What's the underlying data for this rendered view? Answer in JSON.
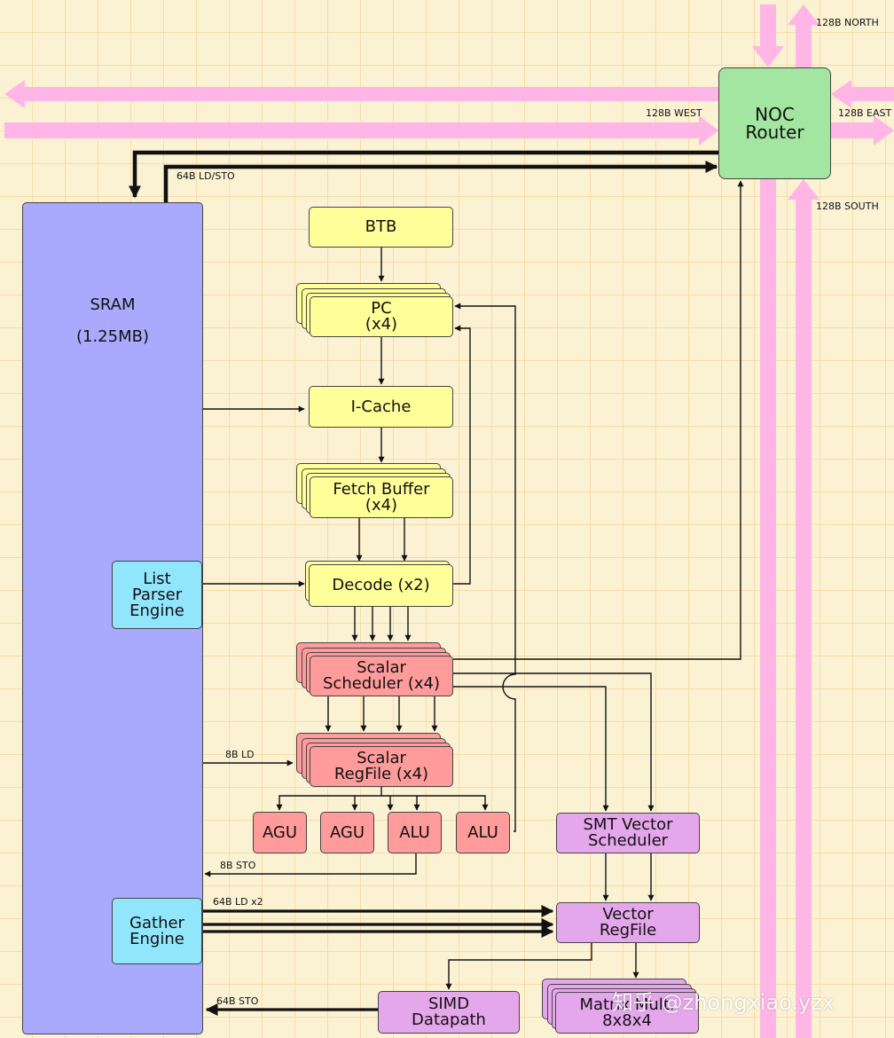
{
  "blocks": {
    "sram": {
      "line1": "SRAM",
      "line2": "(1.25MB)"
    },
    "noc": {
      "line1": "NOC",
      "line2": "Router"
    },
    "btb": "BTB",
    "pc": {
      "line1": "PC",
      "line2": "(x4)"
    },
    "icache": "I-Cache",
    "fetch": {
      "line1": "Fetch Buffer",
      "line2": "(x4)"
    },
    "decode": "Decode (x2)",
    "list_parser": {
      "line1": "List",
      "line2": "Parser",
      "line3": "Engine"
    },
    "scalar_sched": {
      "line1": "Scalar",
      "line2": "Scheduler (x4)"
    },
    "scalar_regfile": {
      "line1": "Scalar",
      "line2": "RegFile (x4)"
    },
    "agu1": "AGU",
    "agu2": "AGU",
    "alu1": "ALU",
    "alu2": "ALU",
    "smt_vector": {
      "line1": "SMT Vector",
      "line2": "Scheduler"
    },
    "vector_regfile": {
      "line1": "Vector",
      "line2": "RegFile"
    },
    "gather": {
      "line1": "Gather",
      "line2": "Engine"
    },
    "simd": {
      "line1": "SIMD",
      "line2": "Datapath"
    },
    "matrix": {
      "line1": "Matrix Mult.",
      "line2": "8x8x4"
    }
  },
  "labels": {
    "north": "128B NORTH",
    "west": "128B WEST",
    "east": "128B EAST",
    "south": "128B SOUTH",
    "ld_sto_64": "64B LD/STO",
    "ld_8": "8B LD",
    "sto_8": "8B STO",
    "ld_64_x2": "64B LD x2",
    "sto_64": "64B STO"
  },
  "watermark": "知乎 @zhongxiao.yzx",
  "colors": {
    "yellow": "#ffff99",
    "red": "#ff9b9b",
    "purple": "#e5a7eb",
    "cyan": "#92e6fb",
    "green": "#a2e6a2",
    "blue": "#a9a9fd",
    "noc_link": "#ffb6e6"
  }
}
